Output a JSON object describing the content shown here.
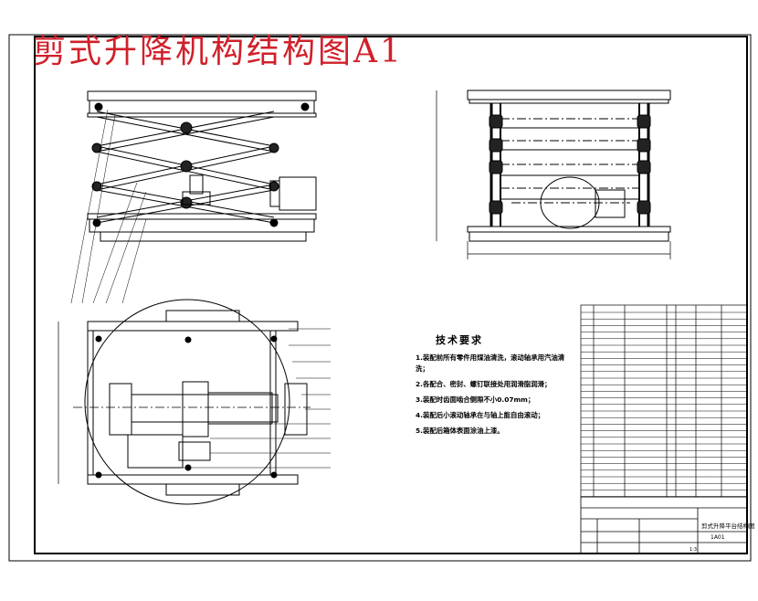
{
  "title": "剪式升降机构结构图A1",
  "technical_requirements": {
    "heading": "技术要求",
    "items": [
      "1.装配前所有零件用煤油清洗，滚动轴承用汽油清洗；",
      "2.各配合、密封、螺钉联接处用润滑脂润滑；",
      "3.装配时齿面啮合侧隙不小0.07mm；",
      "4.装配后小滚动轴承在与轴上能自由滚动；",
      "5.装配后箱体表面涂油上漆。"
    ]
  },
  "title_block": {
    "drawing_name": "剪式升降平台结构图",
    "drawing_number": "1A01",
    "scale": "1:3"
  },
  "colors": {
    "title": "#d0202a",
    "line": "#000000"
  }
}
